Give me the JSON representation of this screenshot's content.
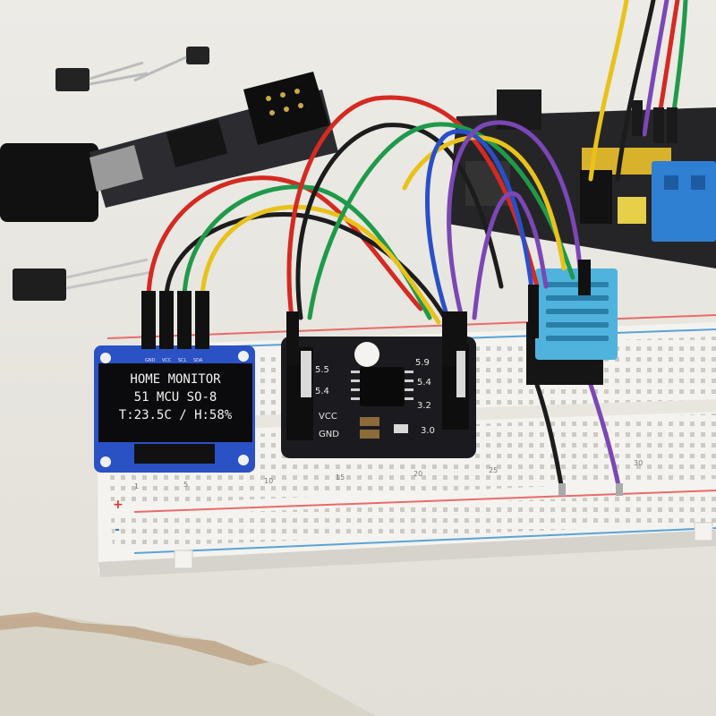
{
  "scene": {
    "description_objects": [
      "workbench",
      "breadboard",
      "oled-display",
      "mcu-adapter-board",
      "dht11-sensor",
      "usb-serial-adapter",
      "relay-module",
      "jumper-wires"
    ]
  },
  "oled": {
    "line1": "HOME MONITOR",
    "line2": "51 MCU SO-8",
    "line3": "T:23.5C / H:58%",
    "pin_labels": [
      "GND",
      "VCC",
      "SCL",
      "SDA"
    ]
  },
  "mcu_board": {
    "left_labels": [
      "5.5",
      "5.4",
      "VCC",
      "GND"
    ],
    "right_labels": [
      "5.9",
      "5.4",
      "3.2",
      "3.0"
    ]
  },
  "breadboard": {
    "row_numbers": [
      "1",
      "5",
      "10",
      "15",
      "20",
      "25",
      "30"
    ],
    "rail_plus": "+",
    "rail_minus": "-"
  },
  "colors": {
    "wire_red": "#d42a22",
    "wire_black": "#1c1c1c",
    "wire_green": "#1f9a4a",
    "wire_yellow": "#e8c21b",
    "wire_blue": "#2a4fc9",
    "wire_purple": "#7b47b5",
    "oled_pcb": "#2a52c4",
    "dht_blue": "#4fb3de",
    "pcb_black": "#1b1b1f"
  }
}
